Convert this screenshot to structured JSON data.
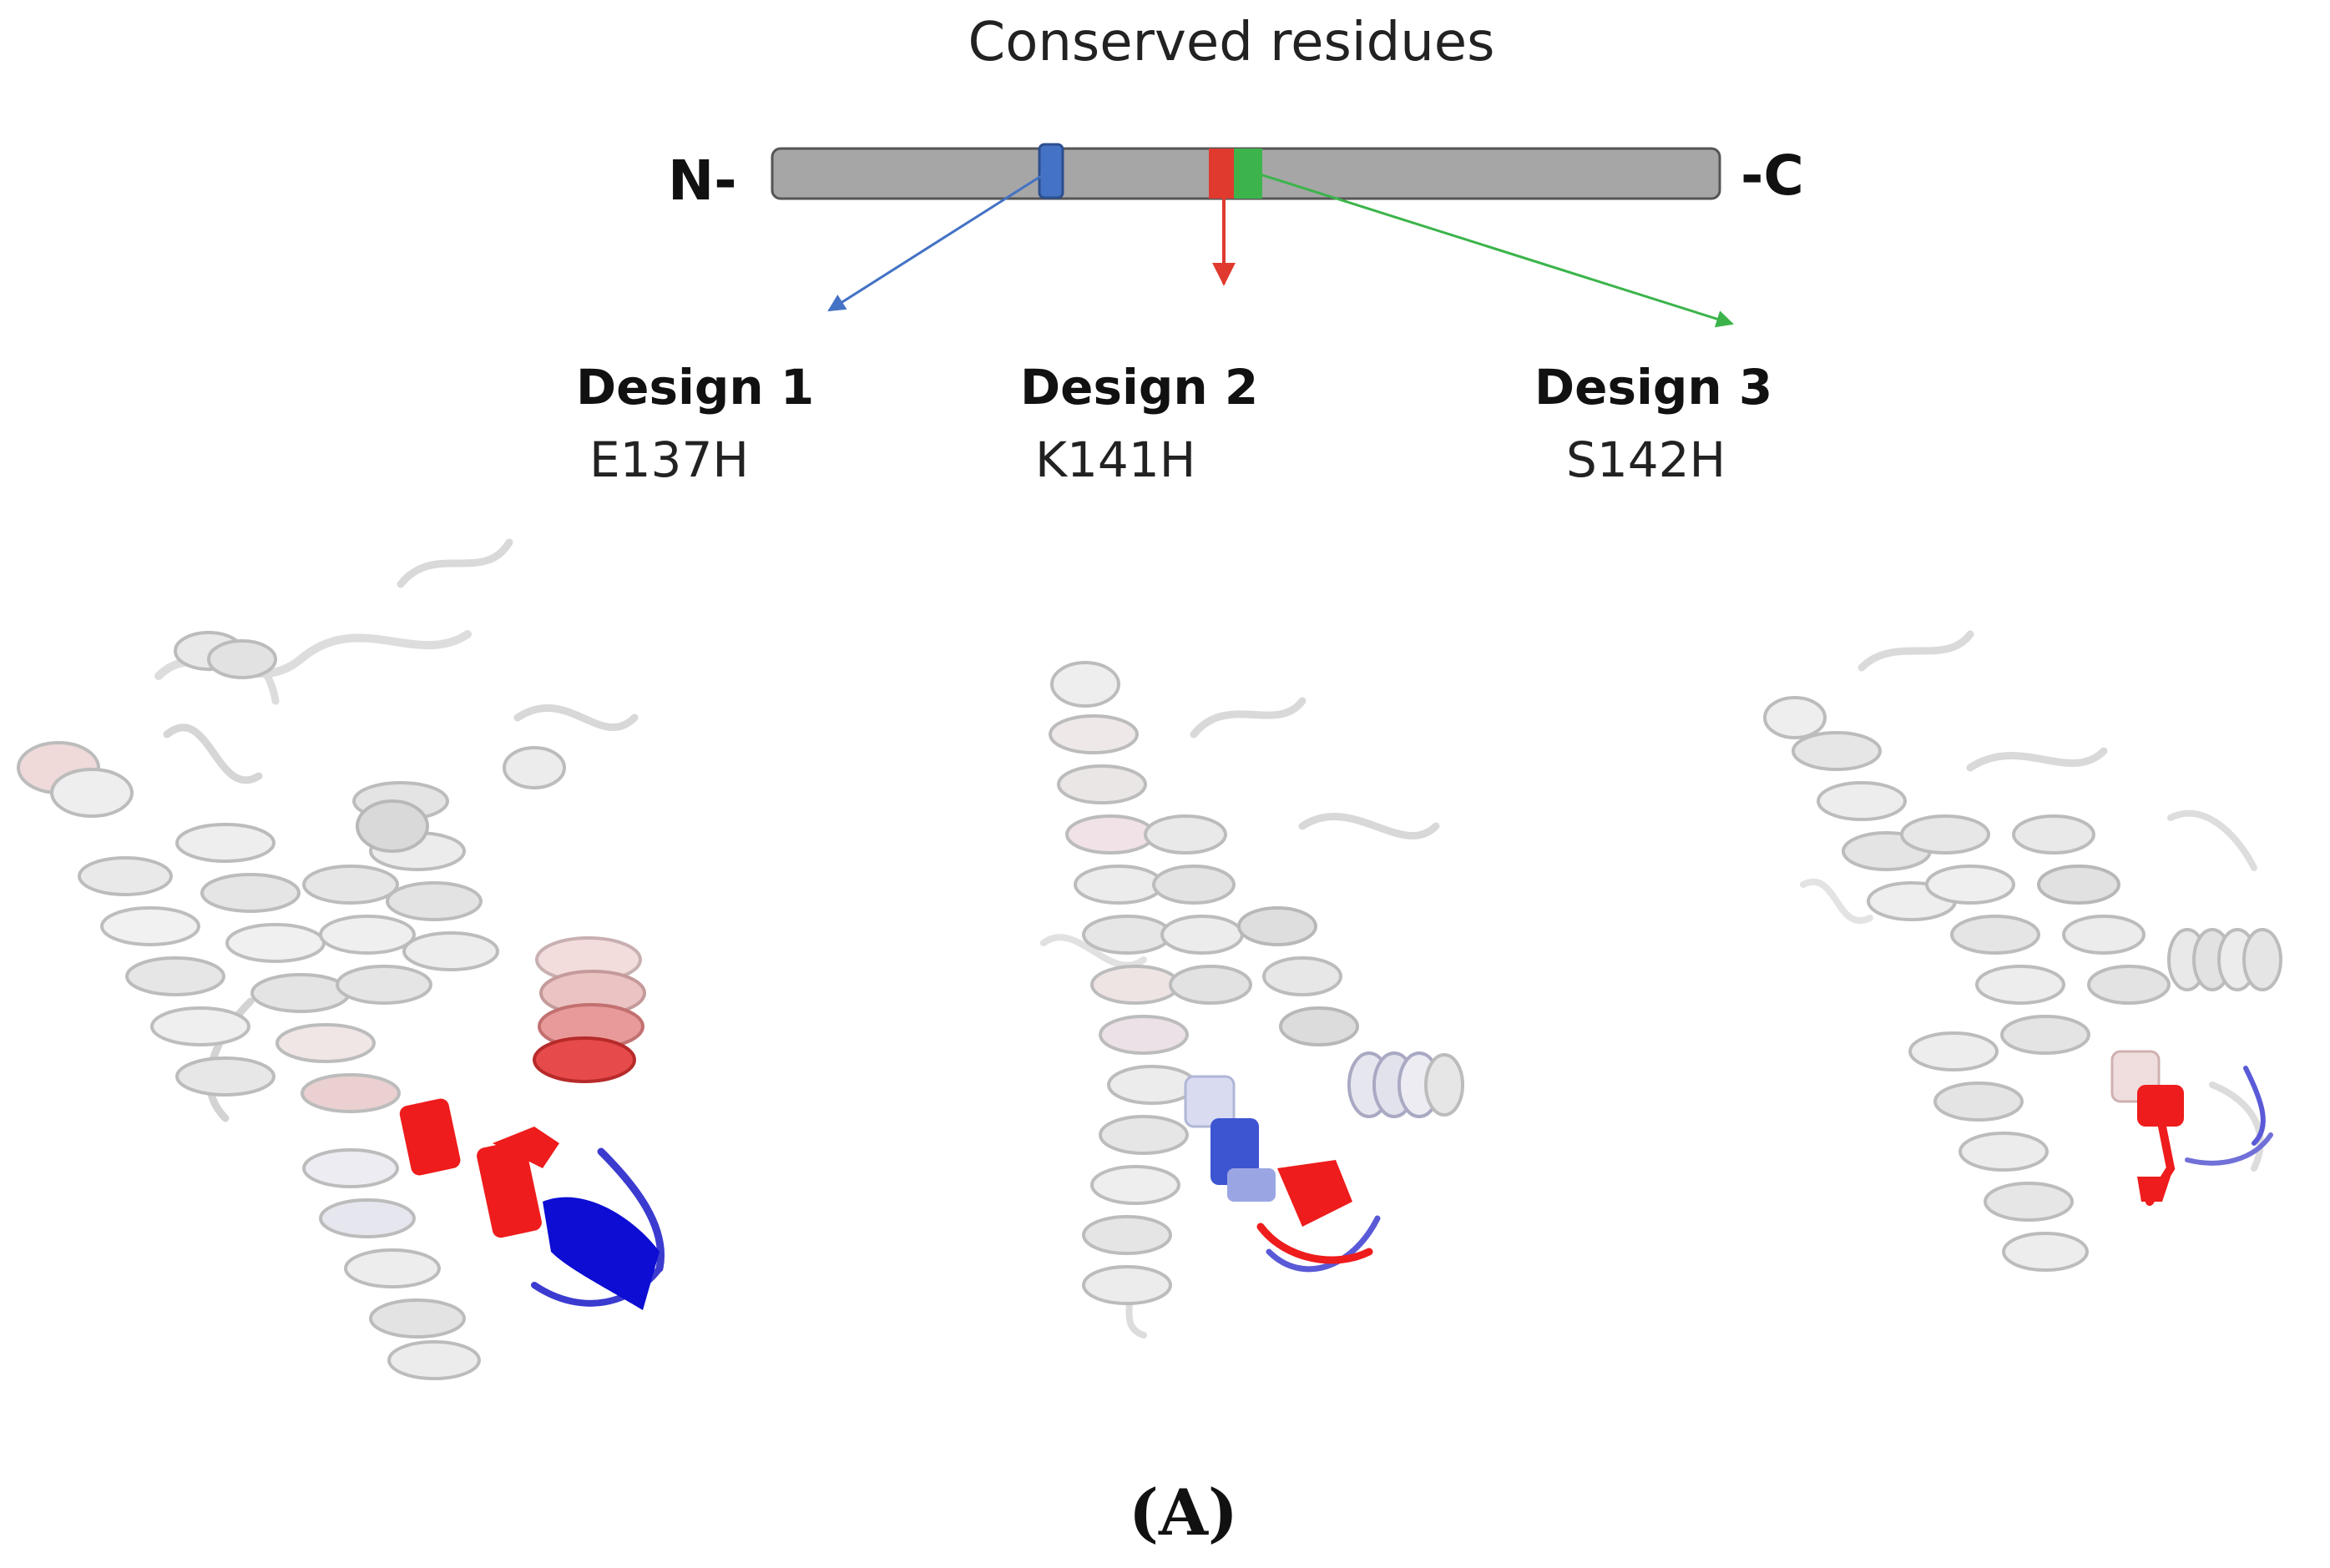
{
  "title": "Conserved residues",
  "n_terminus": "N-",
  "c_terminus": "-C",
  "designs": [
    {
      "name": "Design 1",
      "mutation": "E137H",
      "color": "#4472c4"
    },
    {
      "name": "Design 2",
      "mutation": "K141H",
      "color": "#e03a2f"
    },
    {
      "name": "Design 3",
      "mutation": "S142H",
      "color": "#3cb44b"
    }
  ],
  "sequence_bar_color": "#a6a6a6",
  "structure_colors": {
    "high": "#ee1c1c",
    "low": "#0d0dd4",
    "neutral": "#e6e6e6"
  },
  "panel_label": "(A)"
}
